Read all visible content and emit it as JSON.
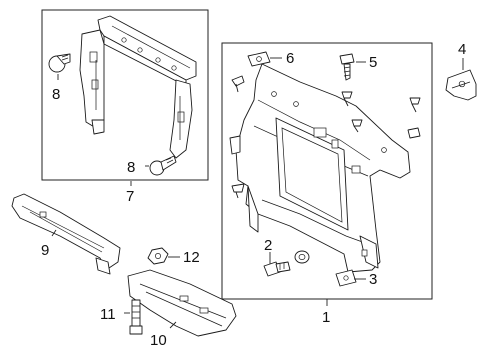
{
  "callouts": {
    "c1": "1",
    "c2": "2",
    "c3": "3",
    "c4": "4",
    "c5": "5",
    "c6": "6",
    "c7": "7",
    "c8a": "8",
    "c8b": "8",
    "c9": "9",
    "c10": "10",
    "c11": "11",
    "c12": "12"
  },
  "colors": {
    "line": "#1a1a1a",
    "background": "#ffffff"
  }
}
